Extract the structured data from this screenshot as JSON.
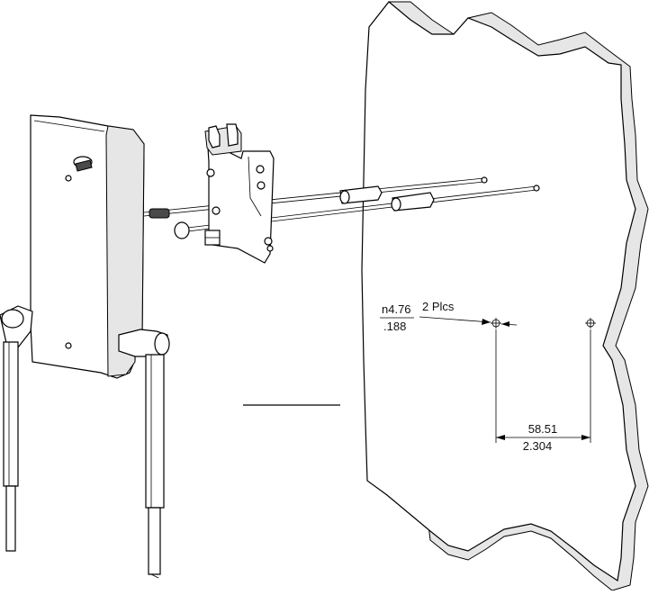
{
  "diagram": {
    "hole_diameter_mm": "n4.76",
    "hole_diameter_in": ".188",
    "hole_quantity": "2 Plcs",
    "hole_spacing_mm": "58.51",
    "hole_spacing_in": "2.304",
    "line_color": "#000000",
    "background": "#ffffff"
  }
}
